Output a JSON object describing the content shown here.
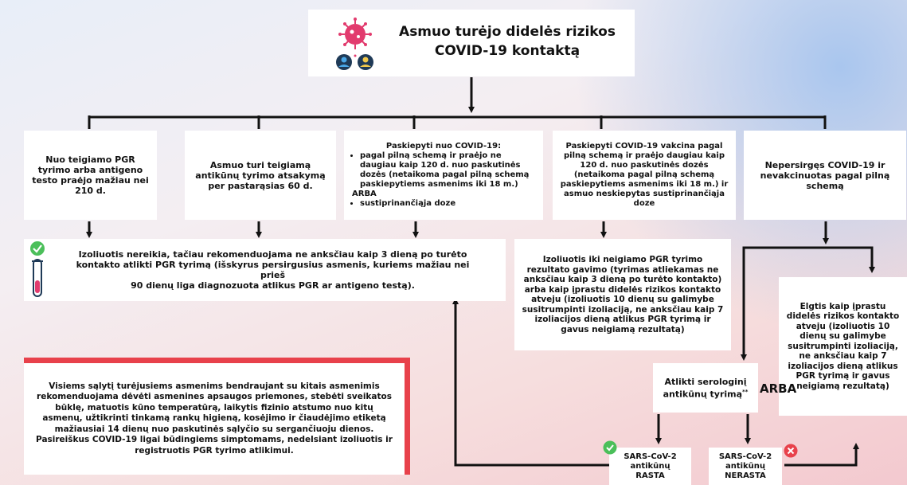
{
  "title": {
    "line1": "Asmuo turėjo didelės rizikos",
    "line2": "COVID-19 kontaktą"
  },
  "branches": {
    "b1": "Nuo teigiamo PGR tyrimo arba antigeno testo praėjo mažiau nei 210 d.",
    "b2": "Asmuo turi teigiamą antikūnų tyrimo atsakymą per pastarąsias 60 d.",
    "b3": {
      "head": "Paskiepyti nuo COVID-19:",
      "item1": "pagal pilną schemą ir praėjo ne daugiau kaip 120 d. nuo paskutinės dozės (netaikoma pagal pilną schemą paskiepytiems asmenims iki 18 m.)",
      "arba": "ARBA",
      "item2": "sustiprinančiąja doze"
    },
    "b4": "Paskiepyti COVID-19 vakcina pagal pilną schemą ir praėjo daugiau kaip 120 d. nuo paskutinės dozės (netaikoma pagal pilną schemą paskiepytiems asmenims iki 18 m.) ir asmuo neskiepytas sustiprinančiąja doze",
    "b5": "Nepersirgęs COVID-19 ir nevakcinuotas pagal pilną schemą"
  },
  "no_isolation": {
    "line1": "Izoliuotis nereikia, tačiau rekomenduojama ne anksčiau kaip 3 dieną po turėto",
    "line2": "kontakto atlikti PGR tyrimą (išskyrus persirgusius asmenis, kuriems mažiau nei",
    "line3": "prieš",
    "line4": "90 dienų liga diagnozuota atlikus PGR ar antigeno testą)."
  },
  "isolate_until_pcr": "Izoliuotis iki neigiamo PGR tyrimo rezultato gavimo (tyrimas atliekamas ne anksčiau kaip 3 dieną po turėto kontakto) arba kaip įprastu didelės rizikos kontakto atveju (izoliuotis 10 dienų su galimybe susitrumpinti izoliaciją, ne anksčiau kaip 7 izoliacijos dieną atlikus PGR tyrimą ir gavus neigiamą rezultatą)",
  "behave_usual": "Elgtis kaip įprastu didelės rizikos kontakto atveju (izoliuotis 10 dienų su galimybe susitrumpinti izoliaciją, ne anksčiau kaip 7 izoliacijos dieną atlikus PGR tyrimą ir gavus neigiamą rezultatą)",
  "serology": {
    "text": "Atlikti serologinį antikūnų tyrimą",
    "mark": "**",
    "arba": "ARBA"
  },
  "antibodies_found": "SARS-CoV-2 antikūnų RASTA",
  "antibodies_not_found": "SARS-CoV-2 antikūnų NERASTA",
  "general_advice": "Visiems sąlytį turėjusiems asmenims bendraujant su kitais asmenimis rekomenduojama dėvėti asmenines apsaugos priemones, stebėti sveikatos būklę, matuotis kūno temperatūrą, laikytis fizinio atstumo nuo kitų asmenų, užtikrinti tinkamą rankų higieną, kosėjimo ir čiaudėjimo etiketą mažiausiai 14 dienų nuo paskutinės sąlyčio su sergančiuoju dienos. Pasireiškus COVID-19 ligai būdingiems simptomams, nedelsiant izoliuotis ir registruotis PGR tyrimo atlikimui.",
  "colors": {
    "green_check": "#4bbf5a",
    "red_x": "#e8414b",
    "red_border": "#e8414b",
    "virus": "#e23b6e",
    "person_dark": "#1f3a57"
  }
}
